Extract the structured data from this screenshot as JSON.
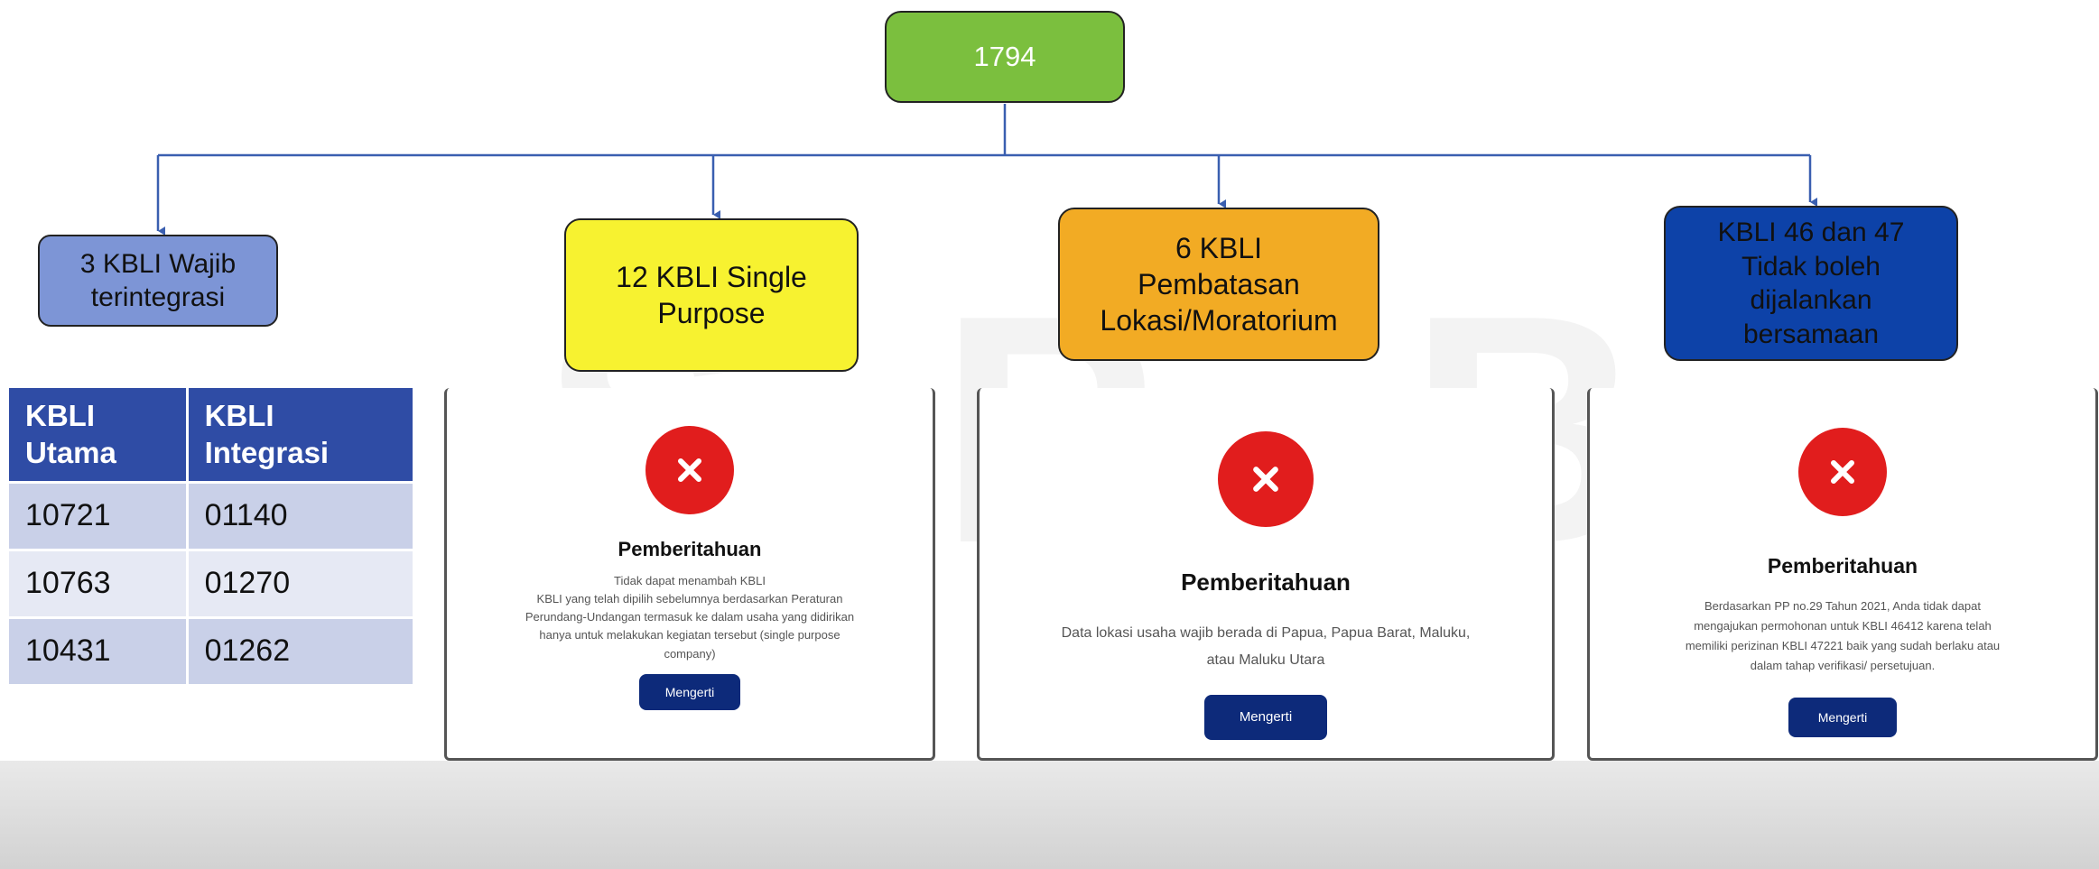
{
  "diagram": {
    "root": {
      "label": "1794",
      "color": "#7bbf3e"
    },
    "branches": [
      {
        "label": "3 KBLI Wajib\nterintegrasi",
        "color": "#7d95d6"
      },
      {
        "label": "12 KBLI Single\nPurpose",
        "color": "#f7f230"
      },
      {
        "label": "6 KBLI\nPembatasan\nLokasi/Moratorium",
        "color": "#f2ab24"
      },
      {
        "label": "KBLI 46 dan 47\nTidak boleh\ndijalankan\nbersamaan",
        "color": "#0d42a8"
      }
    ]
  },
  "table": {
    "headers": [
      "KBLI\nUtama",
      "KBLI\nIntegrasi"
    ],
    "rows": [
      [
        "10721",
        "01140"
      ],
      [
        "10763",
        "01270"
      ],
      [
        "10431",
        "01262"
      ]
    ]
  },
  "cards": [
    {
      "title": "Pemberitahuan",
      "text": "Tidak dapat menambah KBLI\nKBLI yang telah dipilih sebelumnya berdasarkan Peraturan\nPerundang-Undangan termasuk ke dalam usaha yang didirikan\nhanya untuk melakukan kegiatan tersebut (single purpose\ncompany)",
      "button": "Mengerti",
      "icon": "close-icon"
    },
    {
      "title": "Pemberitahuan",
      "text": "Data lokasi usaha wajib berada di Papua, Papua Barat, Maluku,\natau Maluku Utara",
      "button": "Mengerti",
      "icon": "close-icon"
    },
    {
      "title": "Pemberitahuan",
      "text": "Berdasarkan PP no.29 Tahun 2021, Anda tidak dapat\nmengajukan permohonan untuk KBLI 46412 karena telah\nmemiliki perizinan KBLI 47221 baik yang sudah berlaku atau\ndalam tahap verifikasi/ persetujuan.",
      "button": "Mengerti",
      "icon": "close-icon"
    }
  ],
  "colors": {
    "table_header": "#2f4ca5",
    "error_icon": "#e11d1d",
    "button": "#0d2a7a"
  }
}
